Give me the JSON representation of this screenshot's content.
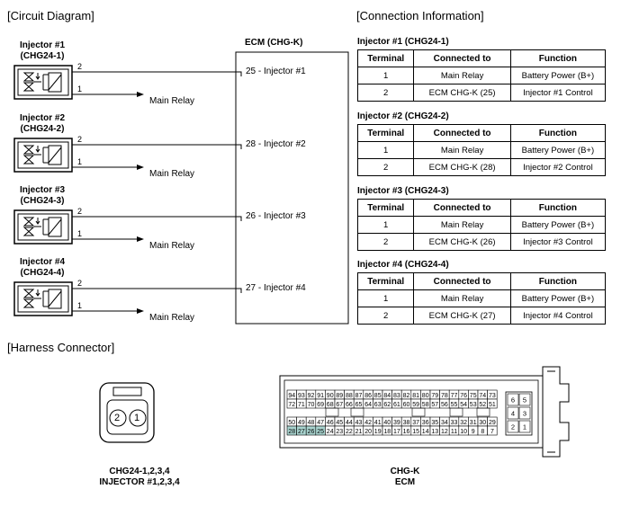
{
  "sections": {
    "circuit": "[Circuit Diagram]",
    "connection": "[Connection Information]",
    "harness": "[Harness Connector]"
  },
  "ecm_title": "ECM (CHG-K)",
  "injectors": [
    {
      "name": "Injector #1",
      "code": "(CHG24-1)",
      "pin_top": "2",
      "pin_bottom": "1",
      "ecm_label": "25 - Injector #1",
      "ground_label": "Main Relay"
    },
    {
      "name": "Injector #2",
      "code": "(CHG24-2)",
      "pin_top": "2",
      "pin_bottom": "1",
      "ecm_label": "28 - Injector #2",
      "ground_label": "Main Relay"
    },
    {
      "name": "Injector #3",
      "code": "(CHG24-3)",
      "pin_top": "2",
      "pin_bottom": "1",
      "ecm_label": "26 - Injector #3",
      "ground_label": "Main Relay"
    },
    {
      "name": "Injector #4",
      "code": "(CHG24-4)",
      "pin_top": "2",
      "pin_bottom": "1",
      "ecm_label": "27 - Injector #4",
      "ground_label": "Main Relay"
    }
  ],
  "tables": [
    {
      "title": "Injector #1 (CHG24-1)",
      "headers": [
        "Terminal",
        "Connected to",
        "Function"
      ],
      "rows": [
        [
          "1",
          "Main Relay",
          "Battery Power (B+)"
        ],
        [
          "2",
          "ECM CHG-K (25)",
          "Injector #1 Control"
        ]
      ]
    },
    {
      "title": "Injector #2 (CHG24-2)",
      "headers": [
        "Terminal",
        "Connected to",
        "Function"
      ],
      "rows": [
        [
          "1",
          "Main Relay",
          "Battery Power (B+)"
        ],
        [
          "2",
          "ECM CHG-K (28)",
          "Injector #2 Control"
        ]
      ]
    },
    {
      "title": "Injector #3 (CHG24-3)",
      "headers": [
        "Terminal",
        "Connected to",
        "Function"
      ],
      "rows": [
        [
          "1",
          "Main Relay",
          "Battery Power (B+)"
        ],
        [
          "2",
          "ECM CHG-K (26)",
          "Injector #3 Control"
        ]
      ]
    },
    {
      "title": "Injector #4 (CHG24-4)",
      "headers": [
        "Terminal",
        "Connected to",
        "Function"
      ],
      "rows": [
        [
          "1",
          "Main Relay",
          "Battery Power (B+)"
        ],
        [
          "2",
          "ECM CHG-K (27)",
          "Injector #4 Control"
        ]
      ]
    }
  ],
  "small_connector": {
    "pins": [
      "2",
      "1"
    ],
    "caption_line1": "CHG24-1,2,3,4",
    "caption_line2": "INJECTOR #1,2,3,4"
  },
  "ecm_connector": {
    "row1": [
      "94",
      "93",
      "92",
      "91",
      "90",
      "89",
      "88",
      "87",
      "86",
      "85",
      "84",
      "83",
      "82",
      "81",
      "80",
      "79",
      "78",
      "77",
      "76",
      "75",
      "74",
      "73"
    ],
    "row2": [
      "72",
      "71",
      "70",
      "69",
      "68",
      "67",
      "66",
      "65",
      "64",
      "63",
      "62",
      "61",
      "60",
      "59",
      "58",
      "57",
      "56",
      "55",
      "54",
      "53",
      "52",
      "51"
    ],
    "row3": [
      "50",
      "49",
      "48",
      "47",
      "46",
      "45",
      "44",
      "43",
      "42",
      "41",
      "40",
      "39",
      "38",
      "37",
      "36",
      "35",
      "34",
      "33",
      "32",
      "31",
      "30",
      "29"
    ],
    "row4": [
      "28",
      "27",
      "26",
      "25",
      "24",
      "23",
      "22",
      "21",
      "20",
      "19",
      "18",
      "17",
      "16",
      "15",
      "14",
      "13",
      "12",
      "11",
      "10",
      "9",
      "8",
      "7"
    ],
    "side": [
      [
        "6",
        "5"
      ],
      [
        "4",
        "3"
      ],
      [
        "2",
        "1"
      ]
    ],
    "highlighted": [
      "28",
      "27",
      "26",
      "25"
    ],
    "highlight_color": "#a9d4cf",
    "caption_line1": "CHG-K",
    "caption_line2": "ECM"
  }
}
